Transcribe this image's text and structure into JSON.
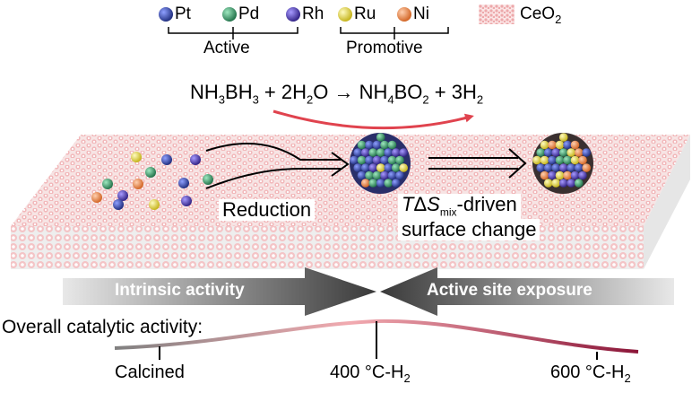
{
  "legend": {
    "items": [
      {
        "symbol": "Pt",
        "color": "#2e3f9b"
      },
      {
        "symbol": "Pd",
        "color": "#3a9a6a"
      },
      {
        "symbol": "Rh",
        "color": "#4b3aa8"
      },
      {
        "symbol": "Ru",
        "color": "#e8d84a"
      },
      {
        "symbol": "Ni",
        "color": "#ef8a4a"
      }
    ],
    "support": {
      "formula": "CeO",
      "subscript": "2"
    },
    "groups": {
      "active": "Active",
      "promotive": "Promotive"
    }
  },
  "equation": {
    "t1": "NH",
    "s1": "3",
    "t2": "BH",
    "s2": "3",
    "t3": " + 2H",
    "s3": "2",
    "t4": "O → NH",
    "s4": "4",
    "t5": "BO",
    "s5": "2",
    "t6": " + 3H",
    "s6": "2"
  },
  "labels": {
    "reduction": "Reduction",
    "tds_t": "T",
    "tds_delta": "Δ",
    "tds_s": "S",
    "tds_sub": "mix",
    "tds_rest": "-driven",
    "surface": "surface change"
  },
  "arrows": {
    "intrinsic": "Intrinsic activity",
    "exposure": "Active site exposure"
  },
  "activity": {
    "title": "Overall catalytic activity:",
    "calcined": "Calcined",
    "t400_num": "400 °C-H",
    "t400_sub": "2",
    "t600_num": "600 °C-H",
    "t600_sub": "2"
  },
  "colors": {
    "accent": "#e0434e",
    "activity_low": "#808080",
    "activity_mid": "#f2aab0",
    "activity_high": "#8b1538"
  }
}
